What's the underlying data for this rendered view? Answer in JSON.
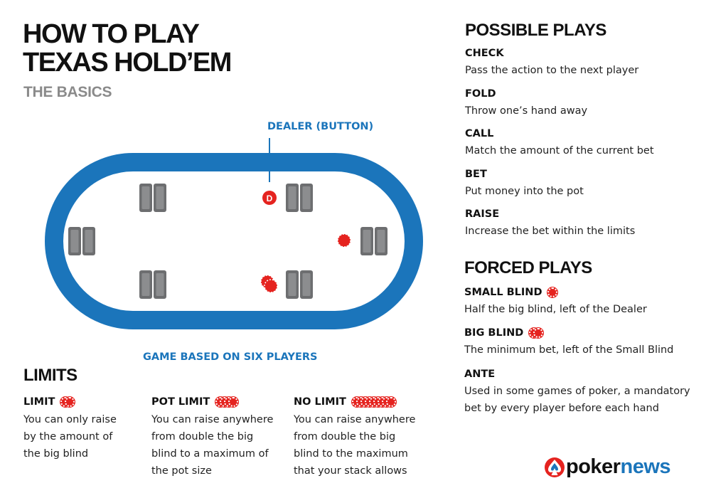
{
  "header": {
    "title_line1": "HOW TO PLAY",
    "title_line2": "TEXAS HOLD’EM",
    "subtitle": "THE BASICS"
  },
  "table": {
    "dealer_label": "DEALER (BUTTON)",
    "dealer_button": "D",
    "game_note": "GAME BASED ON SIX PLAYERS",
    "players": 6,
    "colors": {
      "rail": "#1b75bb",
      "chip": "#e5231f",
      "cards": "#6d6e70"
    }
  },
  "possible_plays": {
    "heading": "POSSIBLE PLAYS",
    "items": [
      {
        "term": "CHECK",
        "desc": "Pass the action to the next player"
      },
      {
        "term": "FOLD",
        "desc": "Throw one’s hand away"
      },
      {
        "term": "CALL",
        "desc": "Match the amount of the current bet"
      },
      {
        "term": "BET",
        "desc": "Put money into the pot"
      },
      {
        "term": "RAISE",
        "desc": "Increase the bet within the limits"
      }
    ]
  },
  "forced_plays": {
    "heading": "FORCED PLAYS",
    "items": [
      {
        "term": "SMALL BLIND",
        "desc": "Half the big blind, left of the Dealer",
        "chips": 1
      },
      {
        "term": "BIG BLIND",
        "desc": "The minimum bet, left of the Small Blind",
        "chips": 2
      },
      {
        "term": "ANTE",
        "desc_line1": "Used in some games of poker, a mandatory",
        "desc_line2": "bet by every player before each hand",
        "chips": 0
      }
    ]
  },
  "limits": {
    "heading": "LIMITS",
    "items": [
      {
        "term": "LIMIT",
        "chips": 2,
        "desc_lines": [
          "You can only raise",
          "by the amount of",
          "the big blind"
        ]
      },
      {
        "term": "POT LIMIT",
        "chips": 4,
        "desc_lines": [
          "You can raise anywhere",
          "from double the big",
          "blind to a maximum of",
          "the pot size"
        ]
      },
      {
        "term": "NO LIMIT",
        "chips": 9,
        "desc_lines": [
          "You can raise anywhere",
          "from double the big",
          "blind to the maximum",
          "that your stack allows"
        ]
      }
    ]
  },
  "logo": {
    "part1": "poker",
    "part2": "news"
  }
}
